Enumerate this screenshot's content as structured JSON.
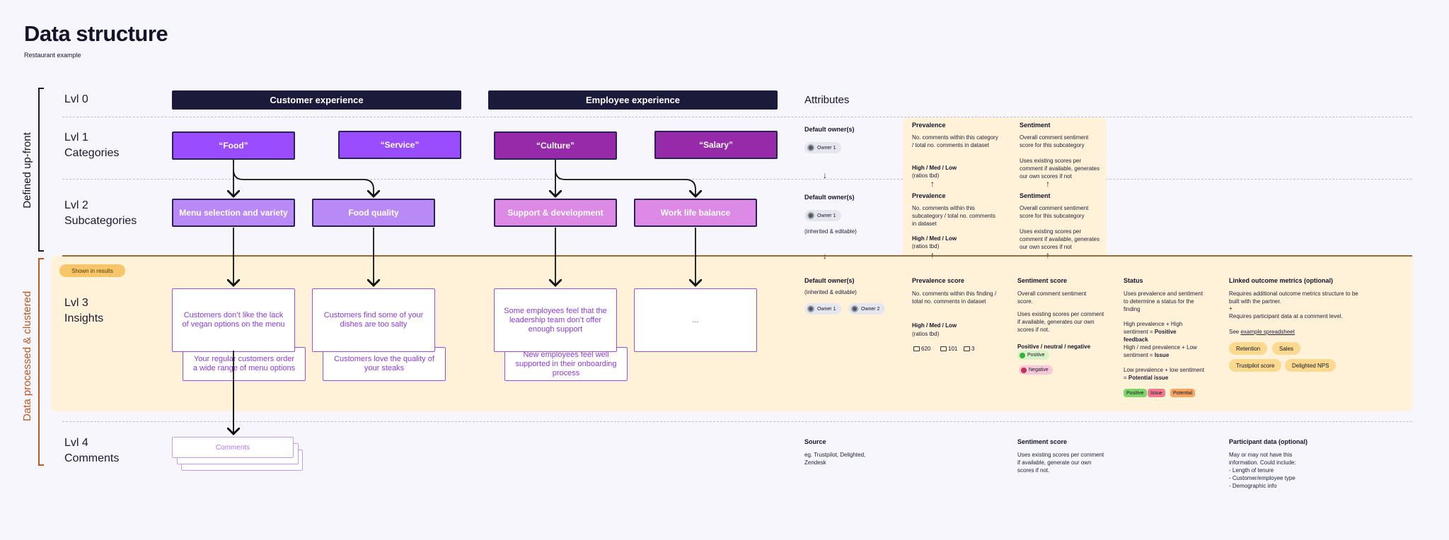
{
  "header": {
    "title": "Data structure",
    "subtitle": "Restaurant example"
  },
  "side_labels": {
    "top": "Defined up-front",
    "bottom": "Data processed & clustered"
  },
  "levels": [
    {
      "lvl": "Lvl 0",
      "name": ""
    },
    {
      "lvl": "Lvl 1",
      "name": "Categories"
    },
    {
      "lvl": "Lvl 2",
      "name": "Subcategories"
    },
    {
      "lvl": "Lvl 3",
      "name": "Insights"
    },
    {
      "lvl": "Lvl 4",
      "name": "Comments"
    }
  ],
  "shown_in_results": "Shown in results",
  "lvl0": [
    "Customer experience",
    "Employee experience"
  ],
  "lvl1": [
    "“Food”",
    "“Service”",
    "“Culture”",
    "“Salary”"
  ],
  "lvl2": [
    "Menu selection and variety",
    "Food quality",
    "Support & development",
    "Work life balance"
  ],
  "lvl3": {
    "front": [
      "Customers don’t like the lack of vegan options on the menu",
      "Customers find some of your dishes are too salty",
      "Some employees feel that the leadership team don’t offer enough support",
      "..."
    ],
    "back": [
      "Your regular customers order a wide range of menu options",
      "Customers love the quality of your steaks",
      "New employees feel well supported in their onboarding process"
    ]
  },
  "lvl4": {
    "comments": "Comments"
  },
  "attributes": {
    "title": "Attributes",
    "arrows": {
      "down": "↓",
      "up": "↑"
    },
    "lvl1": {
      "owner_h": "Default owner(s)",
      "owner": "Owner 1",
      "prev_h": "Prevalence",
      "prev_t": "No. comments within this category  / total no. comments in dataset",
      "prev_hml": "High / Med / Low",
      "prev_tbd": "(ratios tbd)",
      "sent_h": "Sentiment",
      "sent_t": "Overall comment sentiment score for this subcategory",
      "sent_t2": "Uses existing scores per comment if available, generates our own scores if not"
    },
    "lvl2": {
      "owner_h": "Default owner(s)",
      "owner": "Owner 1",
      "inherit": "(inherited & editable)",
      "prev_h": "Prevalence",
      "prev_t": "No. comments within this subcategory  / total no. comments in dataset",
      "prev_hml": "High / Med / Low",
      "prev_tbd": "(ratios tbd)",
      "sent_h": "Sentiment",
      "sent_t": "Overall comment sentiment score for this subcategory",
      "sent_t2": "Uses existing scores per comment if available, generates our own scores if not"
    },
    "lvl3": {
      "owner_h": "Default owner(s)",
      "inherit": "(inherited & editable)",
      "owner1": "Owner 1",
      "owner2": "Owner 2",
      "prev_h": "Prevalence score",
      "prev_t": "No. comments within this finding  / total no. comments in dataset",
      "prev_hml": "High / Med / Low",
      "prev_tbd": "(ratios tbd)",
      "counts": [
        "620",
        "101",
        "3"
      ],
      "sent_h": "Sentiment score",
      "sent_t": "Overall comment sentiment score.",
      "sent_t2": "Uses existing scores per comment if available, generates our own scores if not.",
      "sent_pnn": "Positive / neutral / negative",
      "positive": "Positive",
      "negative": "Negative",
      "status_h": "Status",
      "status_t": "Uses prevalence and sentiment to determine a status for the finding",
      "status_1a": "High prevalence + High sentiment = ",
      "status_1b": "Positive feedback",
      "status_2a": "High / med prevalence  + Low sentiment = ",
      "status_2b": "Issue",
      "status_3a": "Low prevalence + low sentiment = ",
      "status_3b": "Potential issue",
      "badges": [
        "Positive",
        "Issue",
        "Potential"
      ],
      "linked_h": "Linked outcome metrics (optional)",
      "linked_t1": "Requires additional outcome metrics structure to be built with the partner.",
      "linked_plus": "+",
      "linked_t2": "Requires participant data at a comment level.",
      "linked_see": "See ",
      "linked_link": "example spreadsheet",
      "metrics": [
        "Retention",
        "Sales",
        "Trustpilot score",
        "Delighted NPS"
      ]
    },
    "lvl4": {
      "source_h": "Source",
      "source_t": "eg. Trustpilot, Delighted, Zendesk",
      "sent_h": "Sentiment score",
      "sent_t": "Uses existing scores per comment if available, generate our own scores if not.",
      "part_h": "Participant data (optional)",
      "part_t": "May or may not have this information. Could include:",
      "part_items": [
        "- Length of tenure",
        "- Customer/employee type",
        "- Demographic info"
      ]
    }
  },
  "colors": {
    "dark": "#1c1a3a",
    "cat_purple": "#9a4cff",
    "cat_magenta": "#962aa8",
    "band": "#fff2d8",
    "accent_orange": "#c0581f"
  }
}
